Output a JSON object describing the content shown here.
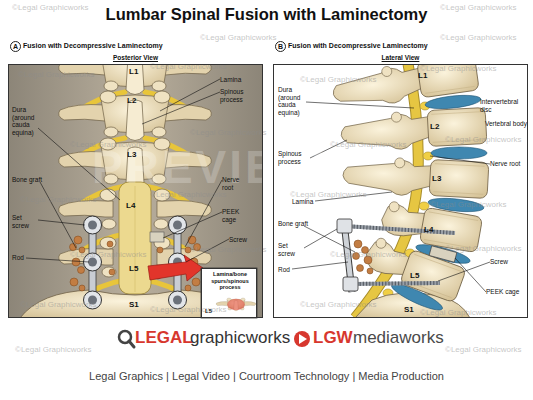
{
  "diagram": {
    "title": "Lumbar Spinal Fusion with Laminectomy",
    "nodes": [
      {
        "text": [
          "A",
          "Fusion with Decompressive Laminectomy",
          "Posterior View"
        ]
      },
      {
        "text": [
          "Lamina/bone spurs/spinous process",
          "L5"
        ],
        "in": 0
      },
      {
        "text": [
          "B",
          "Fusion with Decompressive Laminectomy",
          "Lateral View"
        ]
      }
    ],
    "labels": [
      "PREVIEW",
      "L1",
      "L2",
      "L3",
      "L4",
      "L5",
      "S1",
      "Lamina",
      "Spinous process",
      "Dura (around cauda equina)",
      "Bone graft",
      "Set screw",
      "Rod",
      "Nerve root",
      "PEEK cage",
      "Screw",
      "L1",
      "L2",
      "L3",
      "L4",
      "L5",
      "S1",
      "Dura (around cauda equina)",
      "Intervertebral disc",
      "Vertebral body",
      "Spinous process",
      "Lamina",
      "Nerve root",
      "Bone graft",
      "Set screw",
      "Rod",
      "Screw",
      "PEEK cage",
      "LEGAL",
      "graphicworks",
      "LGW",
      "mediaworks",
      "Legal Graphics | Legal Video | Courtroom Technology | Media Production",
      "©Legal Graphicworks",
      "©Legal Graphicworks",
      "©Legal Graphicworks",
      "©Legal Graphicworks",
      "©Legal Graphicworks",
      "©Legal Graphicworks",
      "©Legal Graphicworks",
      "©Legal Graphicworks",
      "©Legal Graphicworks",
      "©Legal Graphicworks",
      "©Legal Graphicworks",
      "©Legal Graphicworks",
      "©Legal Graphicworks",
      "©Legal Graphicworks",
      "©Legal Graphicworks",
      "©Legal Graphicworks",
      "©Legal Graphicworks",
      "©Legal Graphicworks",
      "©Legal Graphicworks",
      "©Legal Graphicworks",
      "©Legal Graphicworks",
      "©Legal Graphicworks",
      "©Legal Graphicworks",
      "©Legal Graphicworks",
      "©Legal Graphicworks",
      "©Legal Graphicworks"
    ]
  }
}
